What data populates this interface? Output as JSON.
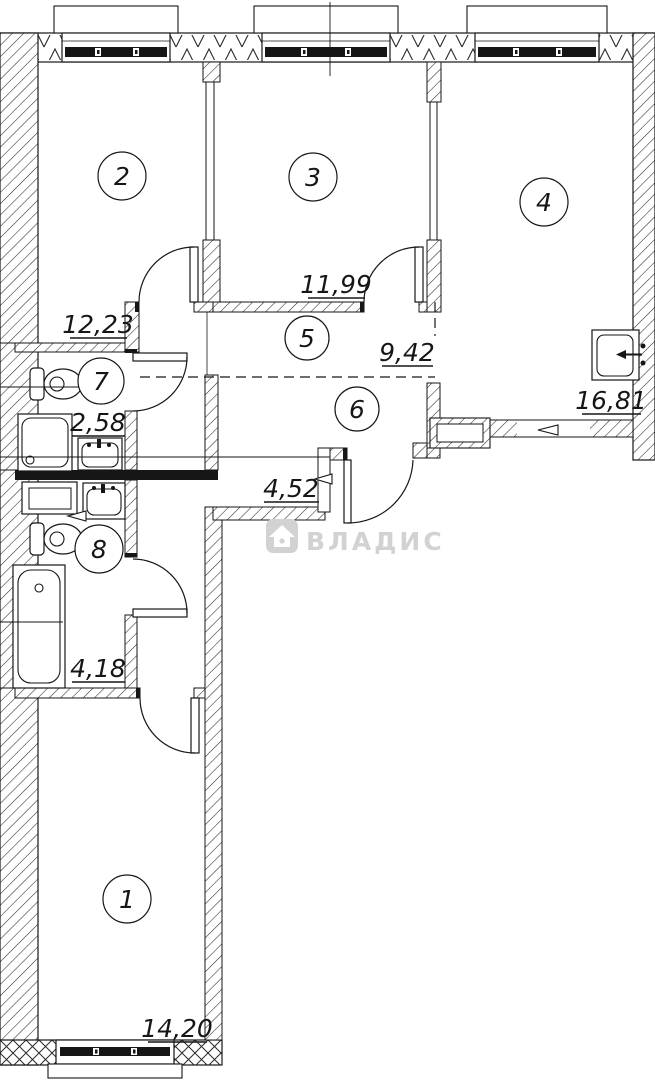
{
  "plan": {
    "type": "apartment-floor-plan",
    "rooms": [
      {
        "label": "1",
        "area": "14,20"
      },
      {
        "label": "2",
        "area": "12,23"
      },
      {
        "label": "3",
        "area": "11,99"
      },
      {
        "label": "4",
        "area": "16,81"
      },
      {
        "label": "5",
        "area": "9,42"
      },
      {
        "label": "6",
        "area": "4,52"
      },
      {
        "label": "7",
        "area": "2,58"
      },
      {
        "label": "8",
        "area": "4,18"
      }
    ],
    "watermark": {
      "brand": "ВЛАДИС",
      "icon": "house-icon"
    },
    "colors": {
      "line": "#161616",
      "watermark": "#d2d2d2",
      "background": "#ffffff"
    },
    "symbols": [
      "window",
      "door-arc",
      "toilet",
      "shower-tray",
      "washbasin",
      "washing-machine",
      "bathtub",
      "kitchen-sink",
      "vent-shaft"
    ]
  }
}
